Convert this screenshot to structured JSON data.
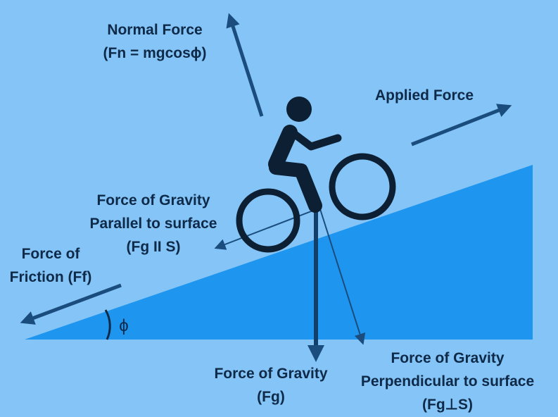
{
  "colors": {
    "background": "#84c4f6",
    "incline": "#1e96f0",
    "arrow": "#1a4c7e",
    "figure": "#0d1f33",
    "text": "#0f2a48"
  },
  "labels": {
    "normal": [
      "Normal Force",
      "(Fn = mgcosϕ)"
    ],
    "applied": [
      "Applied Force"
    ],
    "parallel": [
      "Force of Gravity",
      "Parallel to surface",
      "(Fg II S)"
    ],
    "friction": [
      "Force of",
      "Friction (Ff)"
    ],
    "gravity": [
      "Force of Gravity",
      "(Fg)"
    ],
    "perpendicular": [
      "Force of Gravity",
      "Perpendicular to surface",
      "(Fg⊥S)"
    ],
    "angle": "ϕ"
  }
}
